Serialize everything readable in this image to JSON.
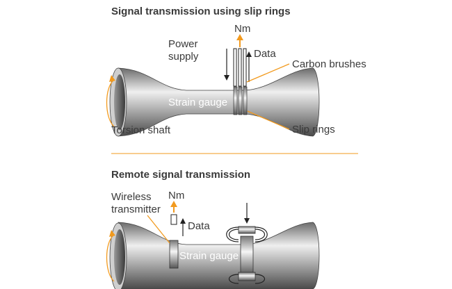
{
  "top": {
    "title": "Signal transmission using slip rings",
    "power_supply_line1": "Power",
    "power_supply_line2": "supply",
    "nm": "Nm",
    "data": "Data",
    "carbon_brushes": "Carbon brushes",
    "strain_gauge": "Strain gauge",
    "torsion_shaft": "Torsion shaft",
    "slip_rings": "Slip rings"
  },
  "bottom": {
    "title": "Remote signal transmission",
    "wireless_line1": "Wireless",
    "wireless_line2": "transmitter",
    "nm": "Nm",
    "data": "Data",
    "strain_gauge": "Strain gauge"
  },
  "colors": {
    "accent": "#f29a1e",
    "text": "#3a3a3a",
    "shaft_dark": "#5a5a5a",
    "shaft_light": "#e6e6e6"
  }
}
